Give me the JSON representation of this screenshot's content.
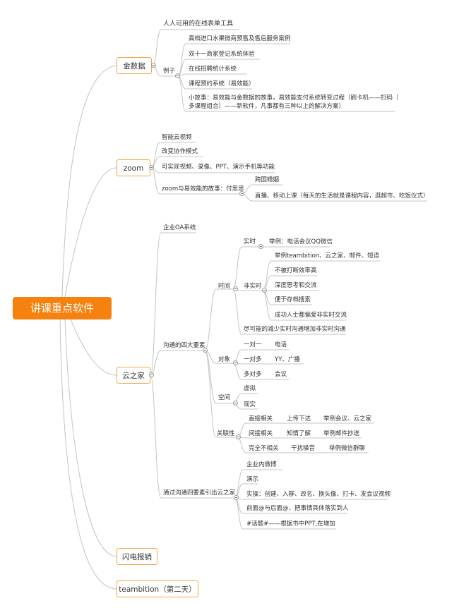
{
  "root": "讲课重点软件",
  "branches": {
    "jinshuju": {
      "title": "金数据",
      "tagline": "人人可用的在线表单工具",
      "examples_label": "例子",
      "examples": [
        "高档进口水果微商预售及售后服务案例",
        "双十一商家登记系统体验",
        "在线招聘统计系统",
        "课程预约系统（易效能）"
      ],
      "story_line1": "小故事：易效能与金数据的故事，易效能支付系统转变过程（刷卡机——扫码（",
      "story_line2": "多课程组合）——新软件，凡事都有三种以上的解决方案）"
    },
    "zoom": {
      "title": "zoom",
      "items": [
        "智能云视频",
        "改变协作模式",
        "可实现视频、录像、PPT、演示手机等功能"
      ],
      "story": "zoom与易效能的故事：付思思",
      "story_items": [
        "跨国婚姻",
        "直播、移动上课（每天的生活就是课程内容，逛超市、吃饭仪式）"
      ]
    },
    "yunzhijia": {
      "title": "云之家",
      "oa": "企业OA系统",
      "four_elements": "沟通的四大要素",
      "time": {
        "label": "时间",
        "realtime": "实时",
        "realtime_example": "举例：电话会议QQ微信",
        "nonrealtime": "非实时",
        "nonrealtime_items": [
          "举例teambition、云之家、邮件、短语",
          "不被打断效率高",
          "深度思考和交流",
          "便于存档搜索",
          "成功人士都偏爱非实时交流"
        ],
        "reduce": "尽可能的减少实时沟通增加非实时沟通"
      },
      "object": {
        "label": "对象",
        "rows": [
          {
            "k": "一对一",
            "v": "电话"
          },
          {
            "k": "一对多",
            "v": "YY、广播"
          },
          {
            "k": "多对多",
            "v": "会议"
          }
        ]
      },
      "space": {
        "label": "空间",
        "items": [
          "虚拟",
          "现实"
        ]
      },
      "relevance": {
        "label": "关联性",
        "rows": [
          {
            "a": "直接相关",
            "b": "上传下达",
            "c": "举例会议、云之家"
          },
          {
            "a": "间接相关",
            "b": "知情了解",
            "c": "举例邮件抄送"
          },
          {
            "a": "完全不相关",
            "b": "干扰噪音",
            "c": "举例微信群聊"
          }
        ]
      },
      "lead": "通过沟通四要素引出云之家",
      "lead_items": [
        "企业内微博",
        "演示",
        "实操：创建、入群、改名、换头像、打卡、发会议视频",
        "前面@与后面@，把事情具体落实到人",
        "#话题#——根据书中PPT,在增加"
      ]
    },
    "shandian": {
      "title": "闪电报销"
    },
    "teambition": {
      "title": "teambition（第二天）"
    }
  }
}
